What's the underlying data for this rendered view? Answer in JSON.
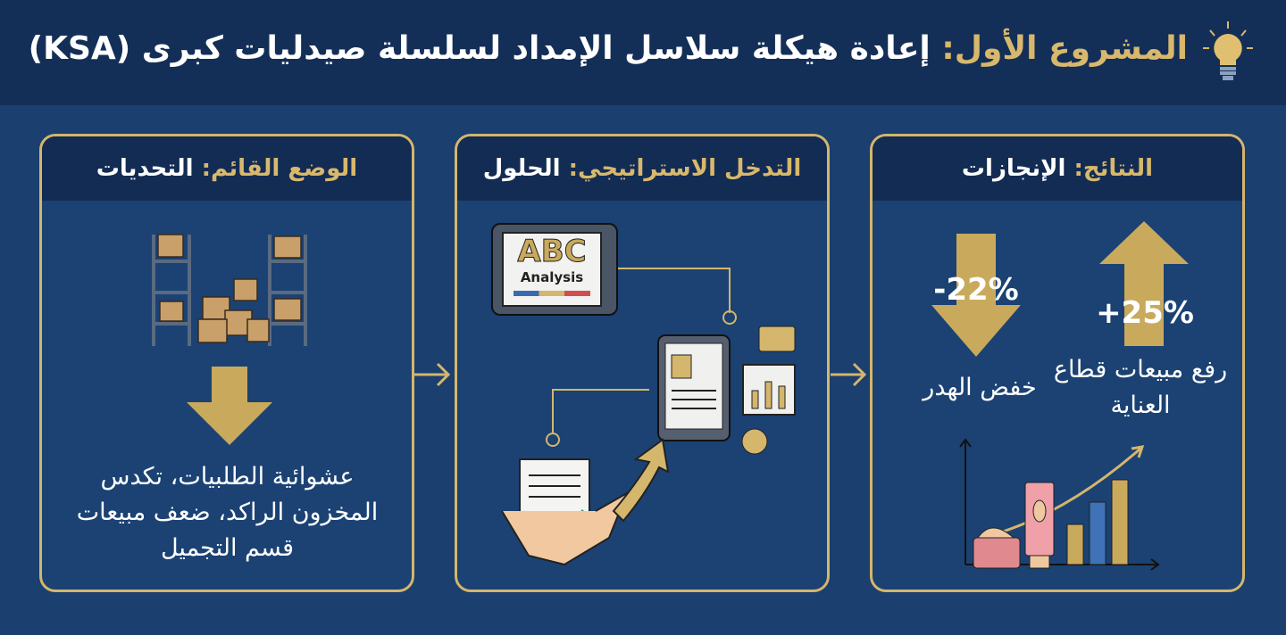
{
  "title": {
    "prefix": "المشروع الأول:",
    "main": "إعادة هيكلة سلاسل الإمداد لسلسلة صيدليات كبرى (KSA)"
  },
  "panels": [
    {
      "head_gold": "الوضع القائم:",
      "head_white": "التحديات",
      "body": "عشوائية الطلبيات، تكدس المخزون الراكد، ضعف مبيعات قسم التجميل"
    },
    {
      "head_gold": "التدخل الاستراتيجي:",
      "head_white": "الحلول",
      "abc_title": "ABC",
      "abc_sub": "Analysis"
    },
    {
      "head_gold": "النتائج:",
      "head_white": "الإنجازات",
      "kpis": [
        {
          "value": "-22%",
          "label": "خفض الهدر"
        },
        {
          "value": "+25%",
          "label": "رفع مبيعات قطاع العناية"
        }
      ]
    }
  ],
  "colors": {
    "gold": "#d4b66c",
    "bg": "#1b3f6e",
    "band": "#142f57"
  }
}
